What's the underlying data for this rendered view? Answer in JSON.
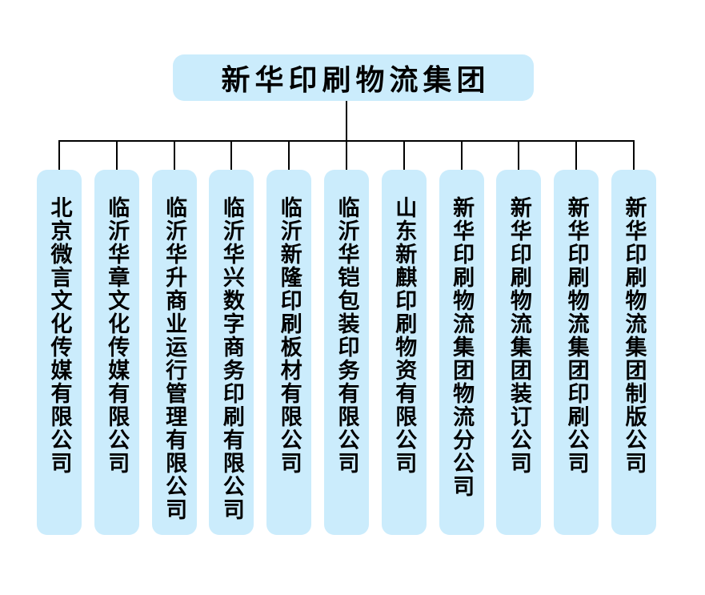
{
  "root": {
    "label": "新华印刷物流集团"
  },
  "children": [
    {
      "name": "北京微言文化传媒有限公司"
    },
    {
      "name": "临沂华章文化传媒有限公司"
    },
    {
      "name": "临沂华升商业运行管理有限公司"
    },
    {
      "name": "临沂华兴数字商务印刷有限公司"
    },
    {
      "name": "临沂新隆印刷板材有限公司"
    },
    {
      "name": "临沂华铠包装印务有限公司"
    },
    {
      "name": "山东新麒印刷物资有限公司"
    },
    {
      "name": "新华印刷物流集团物流分公司"
    },
    {
      "name": "新华印刷物流集团装订公司"
    },
    {
      "name": "新华印刷物流集团印刷公司"
    },
    {
      "name": "新华印刷物流集团制版公司"
    }
  ],
  "colors": {
    "box_fill": "#cbecfc",
    "line_color": "#000000",
    "text_color": "#000000",
    "canvas_bg": "#ffffff"
  }
}
